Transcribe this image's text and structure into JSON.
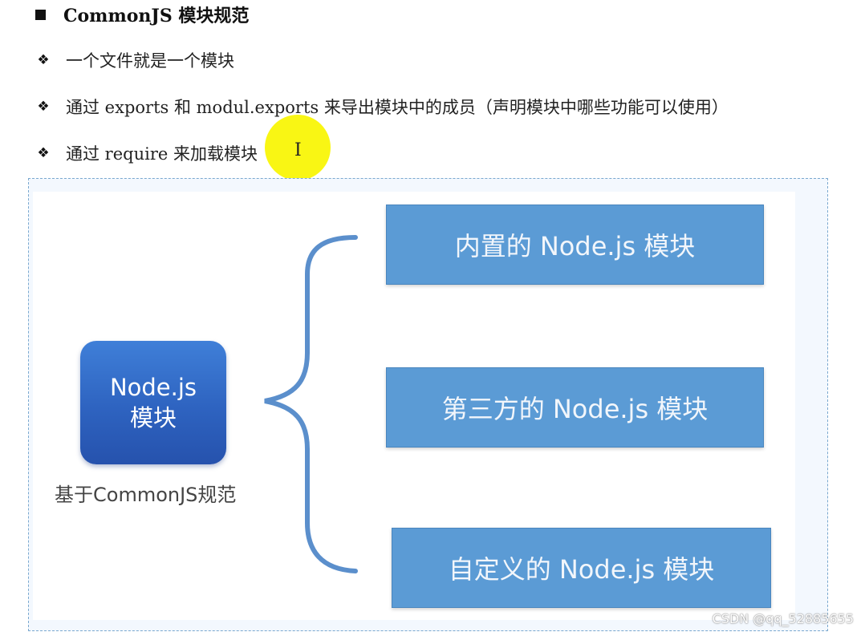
{
  "heading": "CommonJS 模块规范",
  "bullets": [
    "一个文件就是一个模块",
    "通过 exports 和 modul.exports 来导出模块中的成员（声明模块中哪些功能可以使用）",
    "通过 require 来加载模块"
  ],
  "cursor_glyph": "I",
  "diagram": {
    "root": {
      "line1": "Node.js",
      "line2": "模块"
    },
    "root_caption": "基于CommonJS规范",
    "modules": [
      "内置的 Node.js 模块",
      "第三方的 Node.js 模块",
      "自定义的 Node.js 模块"
    ]
  },
  "watermark": "CSDN @qq_52885655",
  "colors": {
    "module_box": "#5b9bd5",
    "root_box": "#2e63c0",
    "brace": "#5b8fcc",
    "cursor_highlight": "#f8f500",
    "panel_border": "#7aa8cf"
  }
}
